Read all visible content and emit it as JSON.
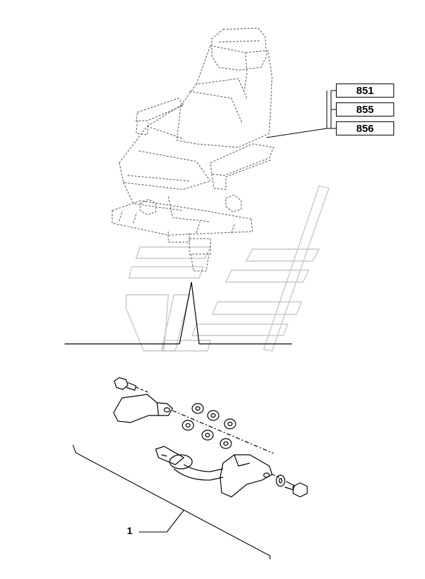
{
  "references": [
    {
      "label": "851"
    },
    {
      "label": "855"
    },
    {
      "label": "856"
    }
  ],
  "callout": {
    "label": "1"
  },
  "colors": {
    "line": "#000000",
    "watermark": "#c8c8c8",
    "phantom": "#555555"
  }
}
